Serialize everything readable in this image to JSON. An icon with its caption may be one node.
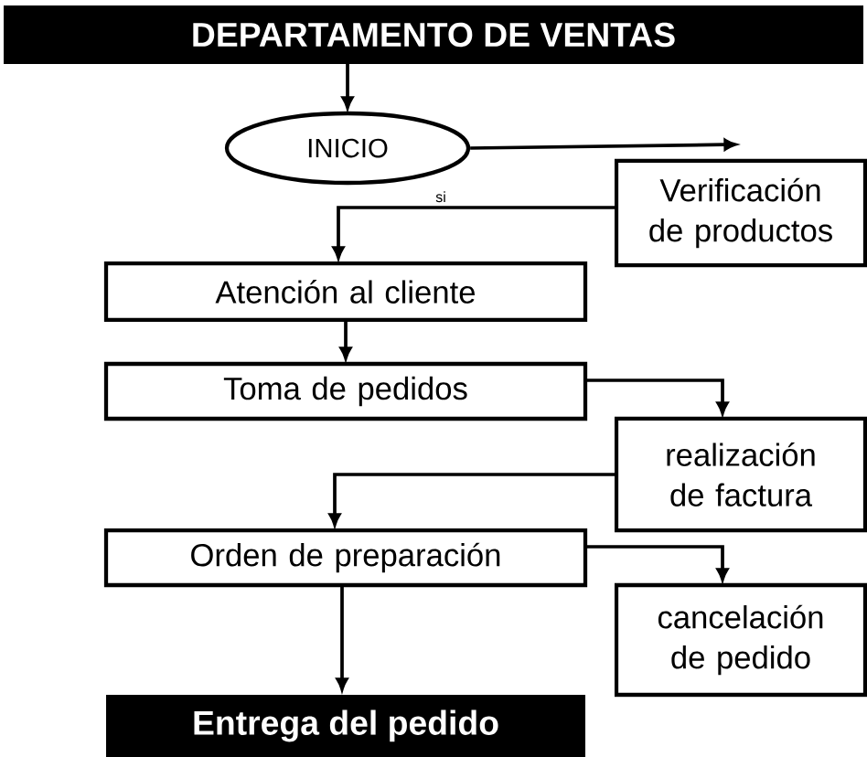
{
  "diagram": {
    "nodes": [
      {
        "text": [
          "DEPARTAMENTO DE VENTAS"
        ]
      },
      {
        "text": [
          "INICIO"
        ]
      },
      {
        "text": [
          "Verificación de productos"
        ]
      },
      {
        "text": [
          "Atención al cliente"
        ]
      },
      {
        "text": [
          "Toma de pedidos"
        ]
      },
      {
        "text": [
          "realización de factura"
        ]
      },
      {
        "text": [
          "Orden de preparación"
        ]
      },
      {
        "text": [
          "cancelación de pedido"
        ]
      },
      {
        "text": [
          "Entrega del pedido"
        ]
      }
    ],
    "edges": [
      {
        "from": 0,
        "to": 1,
        "arrow": "to"
      },
      {
        "from": 1,
        "to": 2,
        "arrow": "to"
      },
      {
        "from": 2,
        "to": 3,
        "arrow": "to",
        "label": "si"
      },
      {
        "from": 3,
        "to": 4,
        "arrow": "to"
      },
      {
        "from": 4,
        "to": 5,
        "arrow": "to"
      },
      {
        "from": 5,
        "to": 6,
        "arrow": "to"
      },
      {
        "from": 6,
        "to": 7,
        "arrow": "to"
      },
      {
        "from": 6,
        "to": 8,
        "arrow": "to"
      }
    ]
  }
}
